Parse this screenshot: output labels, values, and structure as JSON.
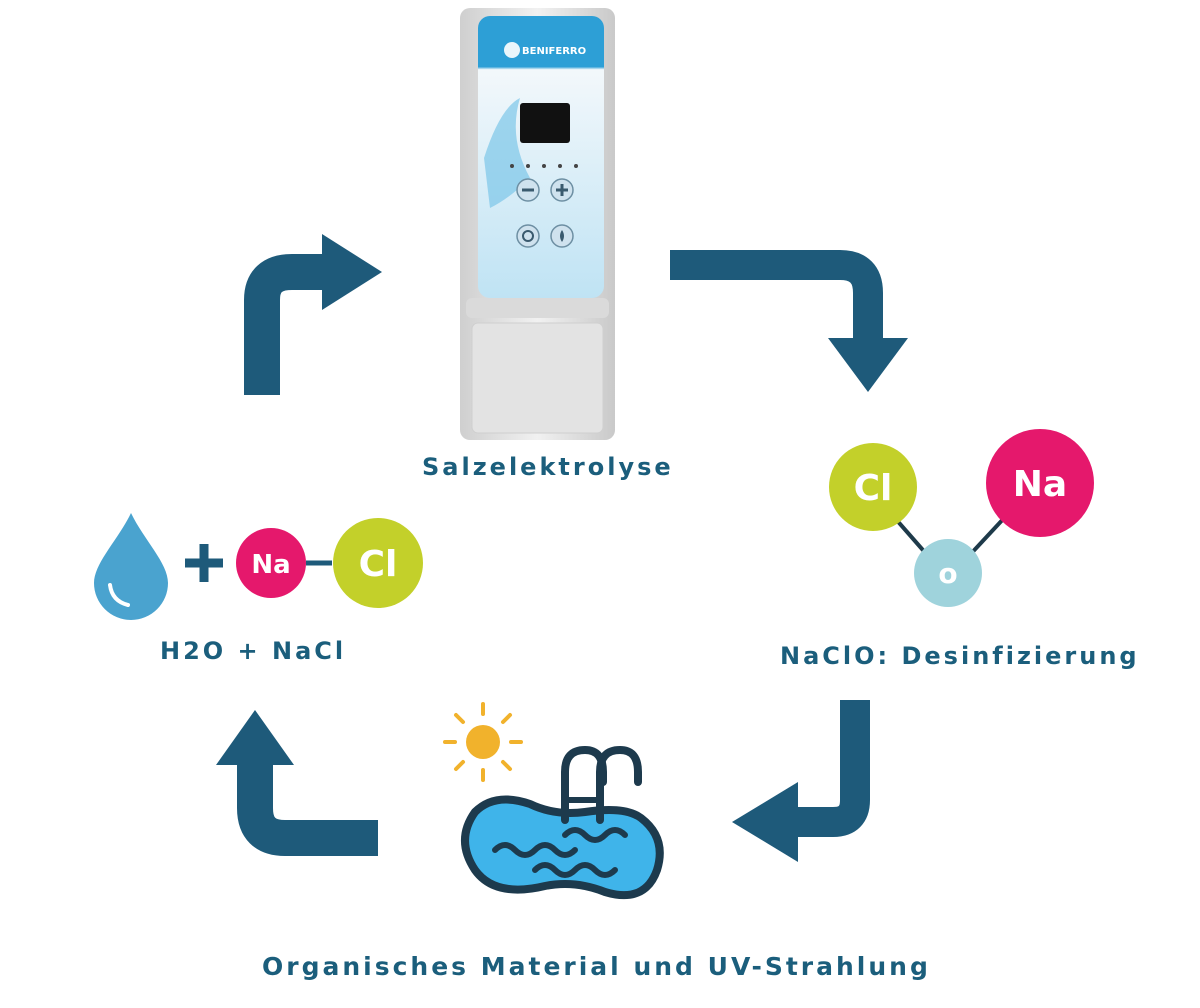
{
  "colors": {
    "arrow": "#1e5a7a",
    "label": "#1b5e7c",
    "water_drop": "#4aa3cf",
    "sodium": "#e5186c",
    "chlorine": "#c3d02a",
    "oxygen": "#9fd3dc",
    "pool_water": "#3fb4ea",
    "sun": "#f1b22c",
    "device_panel": "#dceef8",
    "device_body": "#e6e6e6"
  },
  "device": {
    "brand": "BENIFERRO"
  },
  "labels": {
    "electrolysis": "Salzelektrolyse",
    "input": "H2O + NaCl",
    "output": "NaClO: Desinfizierung",
    "decay": "Organisches Material und UV-Strahlung"
  },
  "molecules": {
    "input_symbols": {
      "plus": "+",
      "sodium": "Na",
      "chlorine": "Cl"
    },
    "output_symbols": {
      "chlorine": "Cl",
      "sodium": "Na",
      "oxygen": "o"
    }
  },
  "icons": {
    "device": "salt-chlorinator-device-icon",
    "drop": "water-drop-icon",
    "pool": "swimming-pool-icon",
    "sun": "sun-icon"
  }
}
